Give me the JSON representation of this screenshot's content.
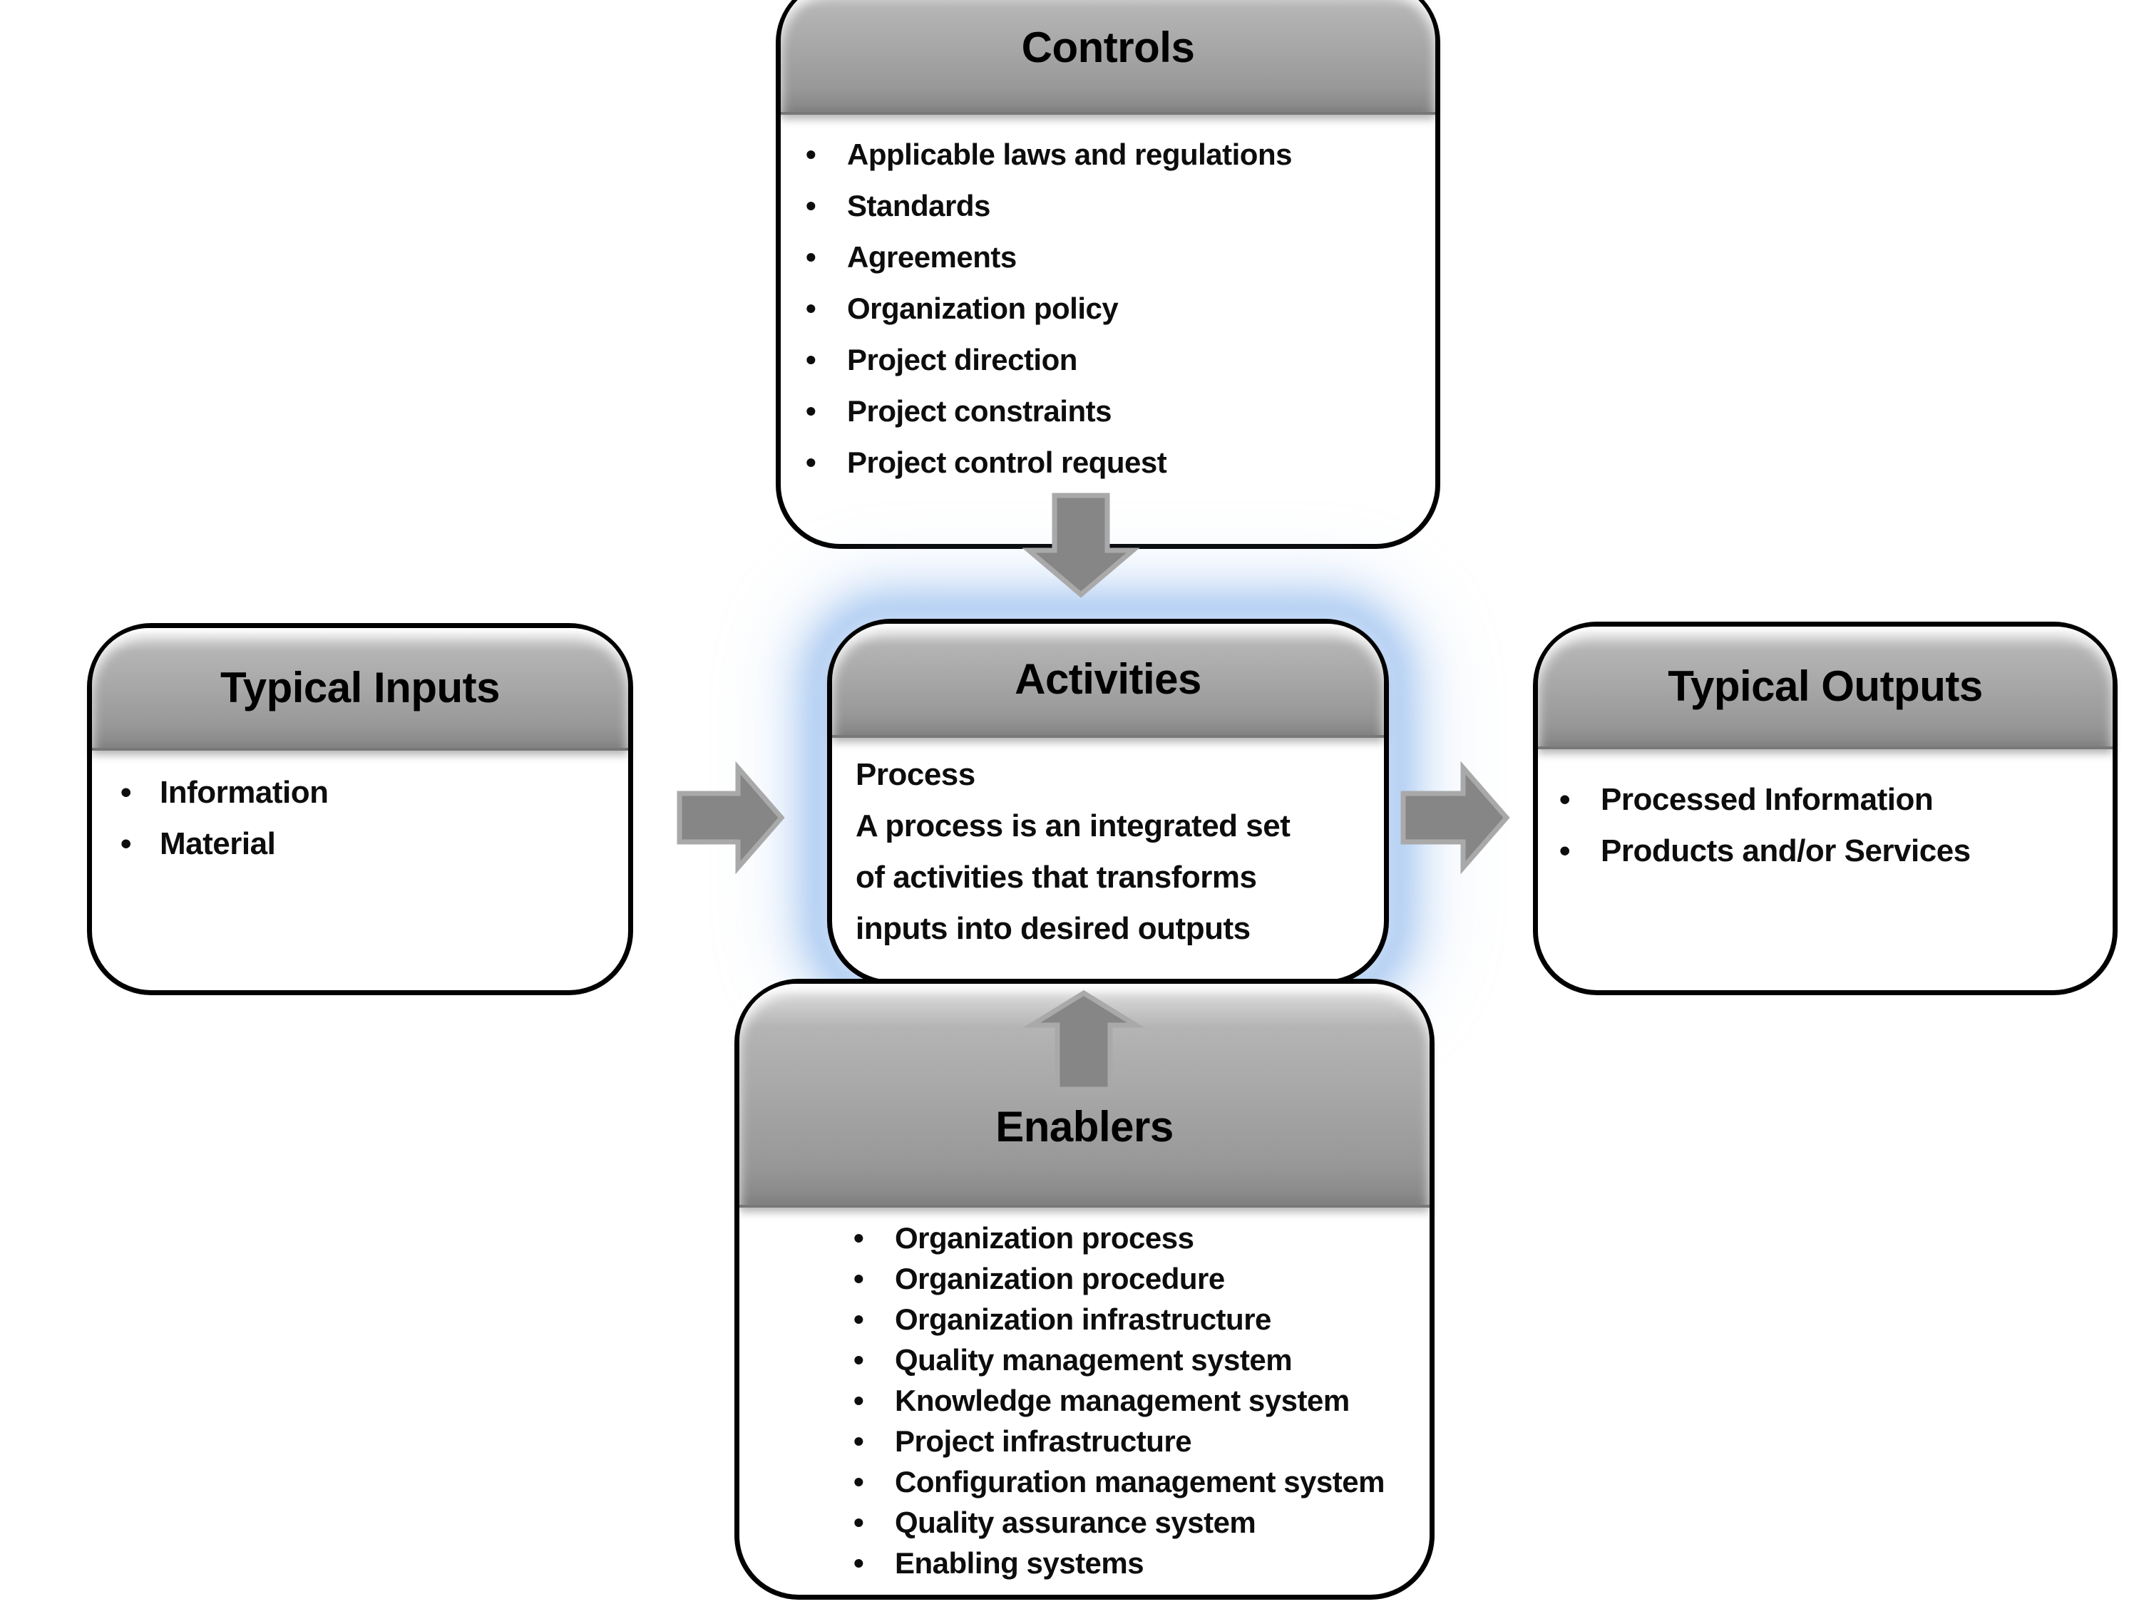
{
  "diagram": {
    "colors": {
      "arrow_fill": "#868686",
      "arrow_stroke": "#a9a9a9",
      "activities_glow": "#a9c9f1",
      "header_gray": "#a7a7a7",
      "box_border": "#000000",
      "text": "#0d0d0d",
      "background": "#ffffff"
    },
    "boxes": {
      "controls": {
        "title": "Controls",
        "items": [
          "Applicable laws and regulations",
          "Standards",
          "Agreements",
          "Organization policy",
          "Project direction",
          "Project constraints",
          "Project control request"
        ]
      },
      "typical_inputs": {
        "title": "Typical Inputs",
        "items": [
          "Information",
          "Material"
        ]
      },
      "activities": {
        "title": "Activities",
        "body_lines": [
          "Process",
          "A process is an integrated set",
          "of activities that transforms",
          "inputs into desired outputs"
        ]
      },
      "typical_outputs": {
        "title": "Typical Outputs",
        "items": [
          "Processed Information",
          "Products and/or Services"
        ]
      },
      "enablers": {
        "title": "Enablers",
        "items": [
          "Organization process",
          "Organization procedure",
          "Organization infrastructure",
          "Quality management system",
          "Knowledge management system",
          "Project infrastructure",
          "Configuration management system",
          "Quality assurance system",
          "Enabling systems"
        ]
      }
    },
    "arrows": [
      {
        "name": "controls-to-activities",
        "direction": "down"
      },
      {
        "name": "inputs-to-activities",
        "direction": "right"
      },
      {
        "name": "activities-to-outputs",
        "direction": "right"
      },
      {
        "name": "enablers-to-activities",
        "direction": "up"
      }
    ]
  }
}
